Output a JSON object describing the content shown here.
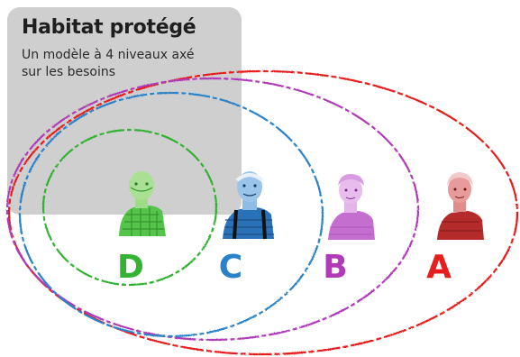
{
  "header": {
    "title": "Habitat protégé",
    "subtitle": "Un modèle à 4 niveaux axé\nsur les besoins"
  },
  "levels": [
    {
      "letter": "D",
      "color": "#33b233",
      "person_icon": "elderly-man-icon"
    },
    {
      "letter": "C",
      "color": "#2a82c8",
      "person_icon": "elderly-man-suspenders-icon"
    },
    {
      "letter": "B",
      "color": "#b03ab8",
      "person_icon": "elderly-woman-icon"
    },
    {
      "letter": "A",
      "color": "#e61e1e",
      "person_icon": "elderly-woman-icon"
    }
  ]
}
